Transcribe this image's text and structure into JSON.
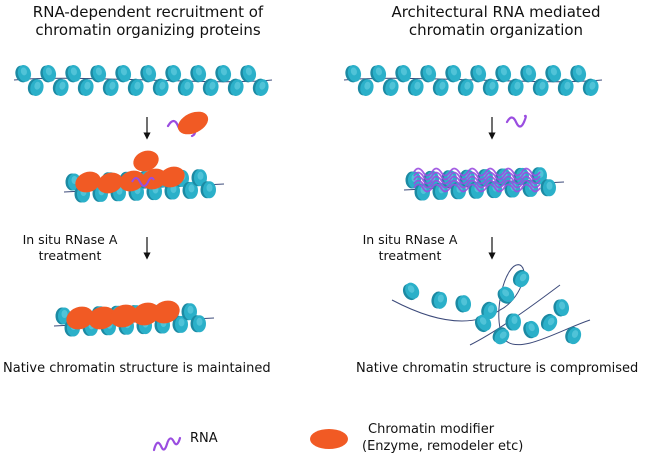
{
  "left_panel": {
    "title_line1": "RNA-dependent recruitment of",
    "title_line2": "chromatin organizing proteins",
    "treatment_line1": "In situ RNase A",
    "treatment_line2": "treatment",
    "outcome": "Native chromatin structure is maintained"
  },
  "right_panel": {
    "title_line1": "Architectural RNA mediated",
    "title_line2": "chromatin organization",
    "treatment_line1": "In situ RNase A",
    "treatment_line2": "treatment",
    "outcome": "Native chromatin structure is compromised"
  },
  "legend": {
    "rna_label": "RNA",
    "modifier_label_line1": "Chromatin modifier",
    "modifier_label_line2": "(Enzyme, remodeler etc)"
  },
  "colors": {
    "nucleosome": "#2bb0c9",
    "nucleosome_dark": "#1c8aa3",
    "dna": "#3c4a7a",
    "rna": "#9a4de0",
    "modifier": "#f15a24",
    "arrow": "#111111"
  }
}
